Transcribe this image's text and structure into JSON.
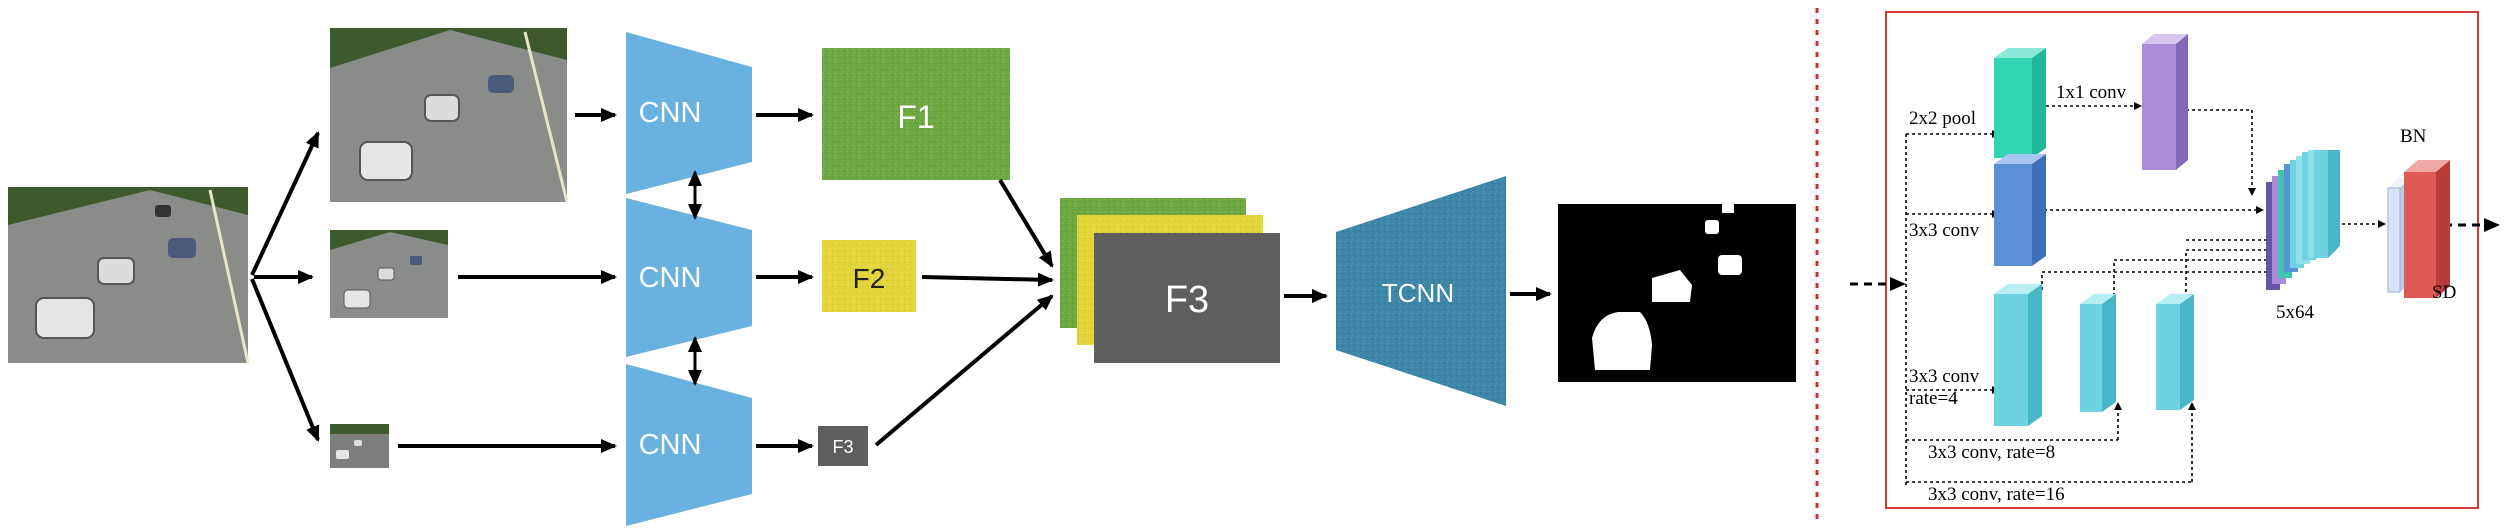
{
  "pipeline": {
    "cnn_label": "CNN",
    "feature_labels": [
      "F1",
      "F2",
      "F3",
      "F3"
    ],
    "tcnn_label": "TCNN"
  },
  "detail": {
    "labels": {
      "pool": "2x2 pool",
      "conv1x1": "1x1 conv",
      "conv3x3": "3x3 conv",
      "conv_rate4_line1": "3x3 conv",
      "conv_rate4_line2": "rate=4",
      "conv_rate8": "3x3 conv, rate=8",
      "conv_rate16": "3x3 conv, rate=16",
      "concat_size": "5x64",
      "bn": "BN",
      "sd": "SD"
    }
  },
  "colors": {
    "cnn": "#69b2e0",
    "f1": "#6ea843",
    "f2": "#e4d43c",
    "f3": "#5e5e5e",
    "tcnn": "#3d86a8",
    "separator": "#d12c2c",
    "detail_frame": "#d43a3a",
    "pool_block": "#32d3b3",
    "conv1x1_block": "#a98bd6",
    "conv3x3_block": "#5b8fd6",
    "atrous_block": "#6fd2e0",
    "bn_block": "#d6e4f8",
    "sd_block": "#e05a55"
  }
}
